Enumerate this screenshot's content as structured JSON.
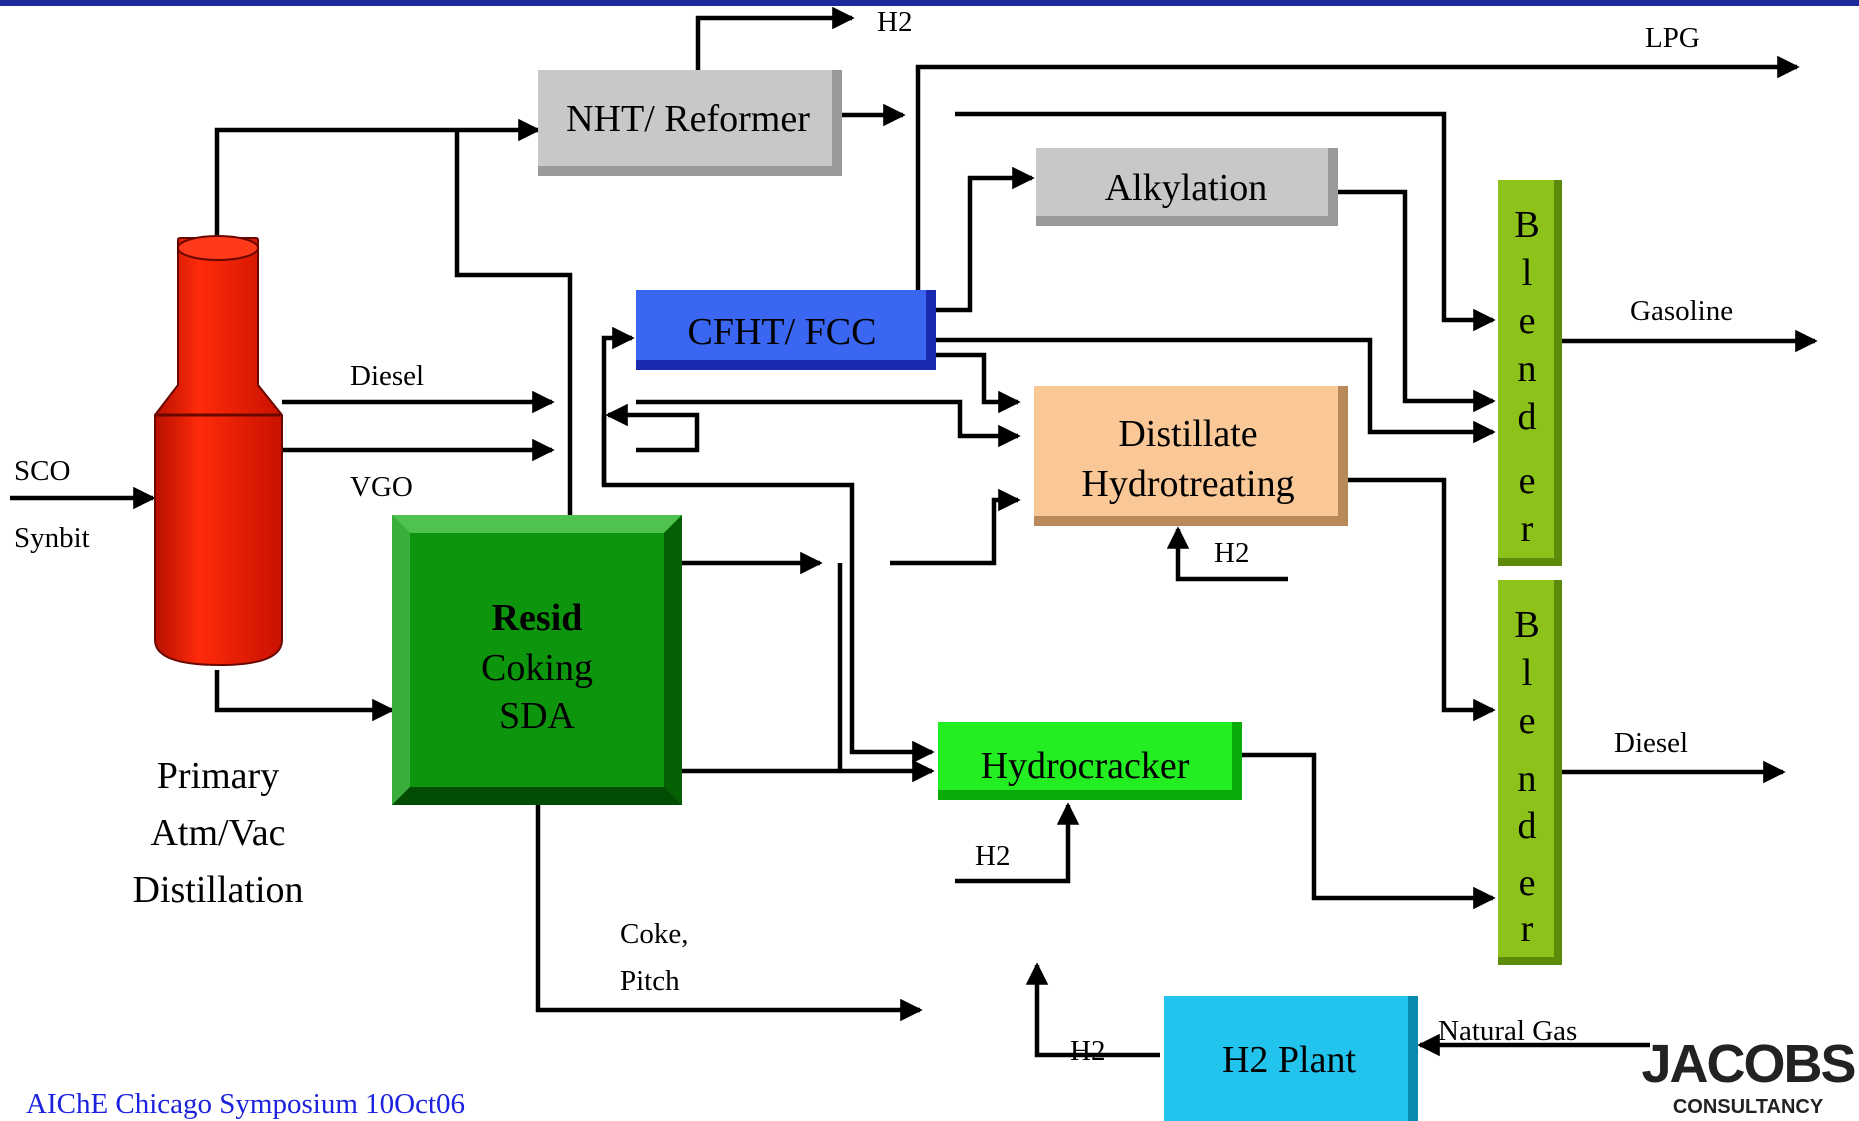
{
  "units": {
    "nht_reformer": "NHT/ Reformer",
    "alkylation": "Alkylation",
    "cfht_fcc": "CFHT/ FCC",
    "distillate_hydrotreating_line1": "Distillate",
    "distillate_hydrotreating_line2": "Hydrotreating",
    "resid_bold": "Resid",
    "resid_line2": "Coking",
    "resid_line3": "SDA",
    "hydrocracker": "Hydrocracker",
    "h2_plant": "H2 Plant",
    "blender_letters": [
      "B",
      "l",
      "e",
      "n",
      "d",
      "e",
      "r"
    ],
    "primary_line1": "Primary",
    "primary_line2": "Atm/Vac",
    "primary_line3": "Distillation"
  },
  "streams": {
    "h2_top": "H2",
    "lpg": "LPG",
    "gasoline": "Gasoline",
    "diesel_product": "Diesel",
    "diesel_side": "Diesel",
    "vgo": "VGO",
    "sco": "SCO",
    "synbit": "Synbit",
    "h2_dht": "H2",
    "h2_hcu": "H2",
    "h2_plant_out": "H2",
    "coke_line1": "Coke,",
    "coke_line2": "Pitch",
    "natural_gas": "Natural Gas"
  },
  "footer": {
    "event": "AIChE Chicago Symposium 10Oct06",
    "logo_line1": "JACOBS",
    "logo_line2": "CONSULTANCY"
  },
  "colors": {
    "top_bar": "#1a2a9a",
    "grey_unit": "#c0c0c0",
    "cfht_fcc": "#3a66f2",
    "distillate": "#f9c896",
    "resid": "#119a11",
    "hydrocracker": "#22ee22",
    "h2_plant": "#22c4ee",
    "blender": "#8cc21a",
    "tower": "#ee1a00",
    "footer_text": "#1c22dd",
    "logo": "#222222"
  }
}
